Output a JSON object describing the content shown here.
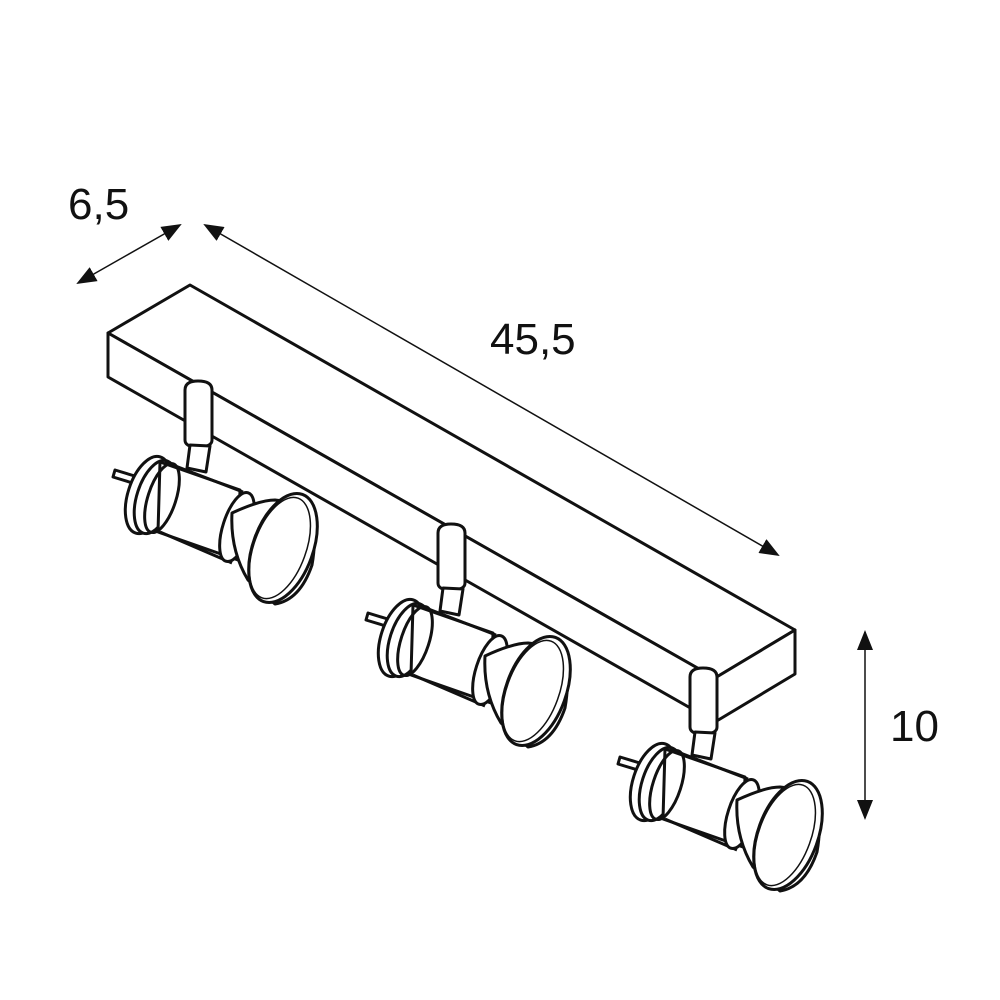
{
  "dimensions": {
    "depth": "6,5",
    "length": "45,5",
    "height": "10"
  },
  "spotlight_count": 3,
  "colors": {
    "line": "#111111",
    "background": "#ffffff"
  }
}
